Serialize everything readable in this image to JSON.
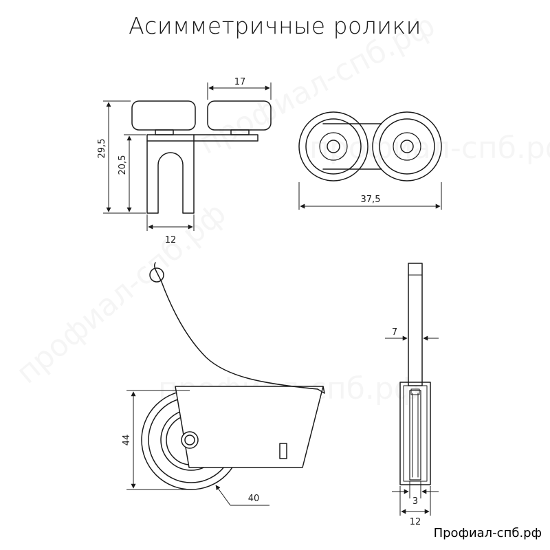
{
  "title": "Асимметричные ролики",
  "footer": "Профиал-спб.рф",
  "watermark": "профиал-спб.рф",
  "dimensions": {
    "top_width": "17",
    "height_total": "29,5",
    "height_slot": "20,5",
    "bracket_width": "12",
    "overall_length": "37,5",
    "roller_height": "44",
    "roller_diameter": "40",
    "plate_thickness": "7",
    "roller_thickness": "3",
    "side_width": "12"
  },
  "colors": {
    "line": "#1a1a1a",
    "background": "#ffffff"
  }
}
